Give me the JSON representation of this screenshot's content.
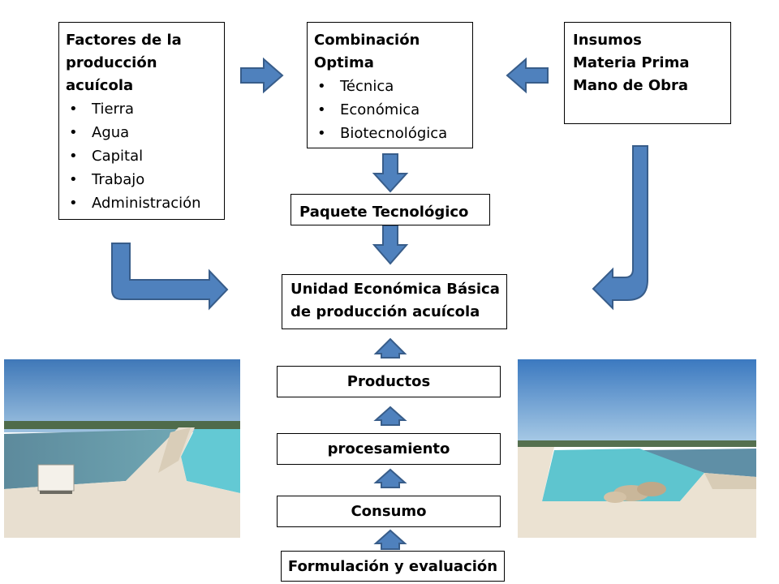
{
  "factores": {
    "title": "Factores de la producción acuícola",
    "items": [
      "Tierra",
      "Agua",
      "Capital",
      "Trabajo",
      "Administración"
    ]
  },
  "combinacion": {
    "title": "Combinación Optima",
    "items": [
      "Técnica",
      "Económica",
      "Biotecnológica"
    ]
  },
  "insumos": {
    "lines": [
      "Insumos",
      "Materia Prima",
      "Mano de Obra"
    ]
  },
  "paquete": "Paquete Tecnológico",
  "unidad": "Unidad Económica Básica de producción acuícola",
  "productos": "Productos",
  "procesamiento": "procesamiento",
  "consumo": "Consumo",
  "formulacion": "Formulación y evaluación",
  "colors": {
    "arrow_fill": "#4f81bd",
    "arrow_stroke": "#385d8a"
  }
}
